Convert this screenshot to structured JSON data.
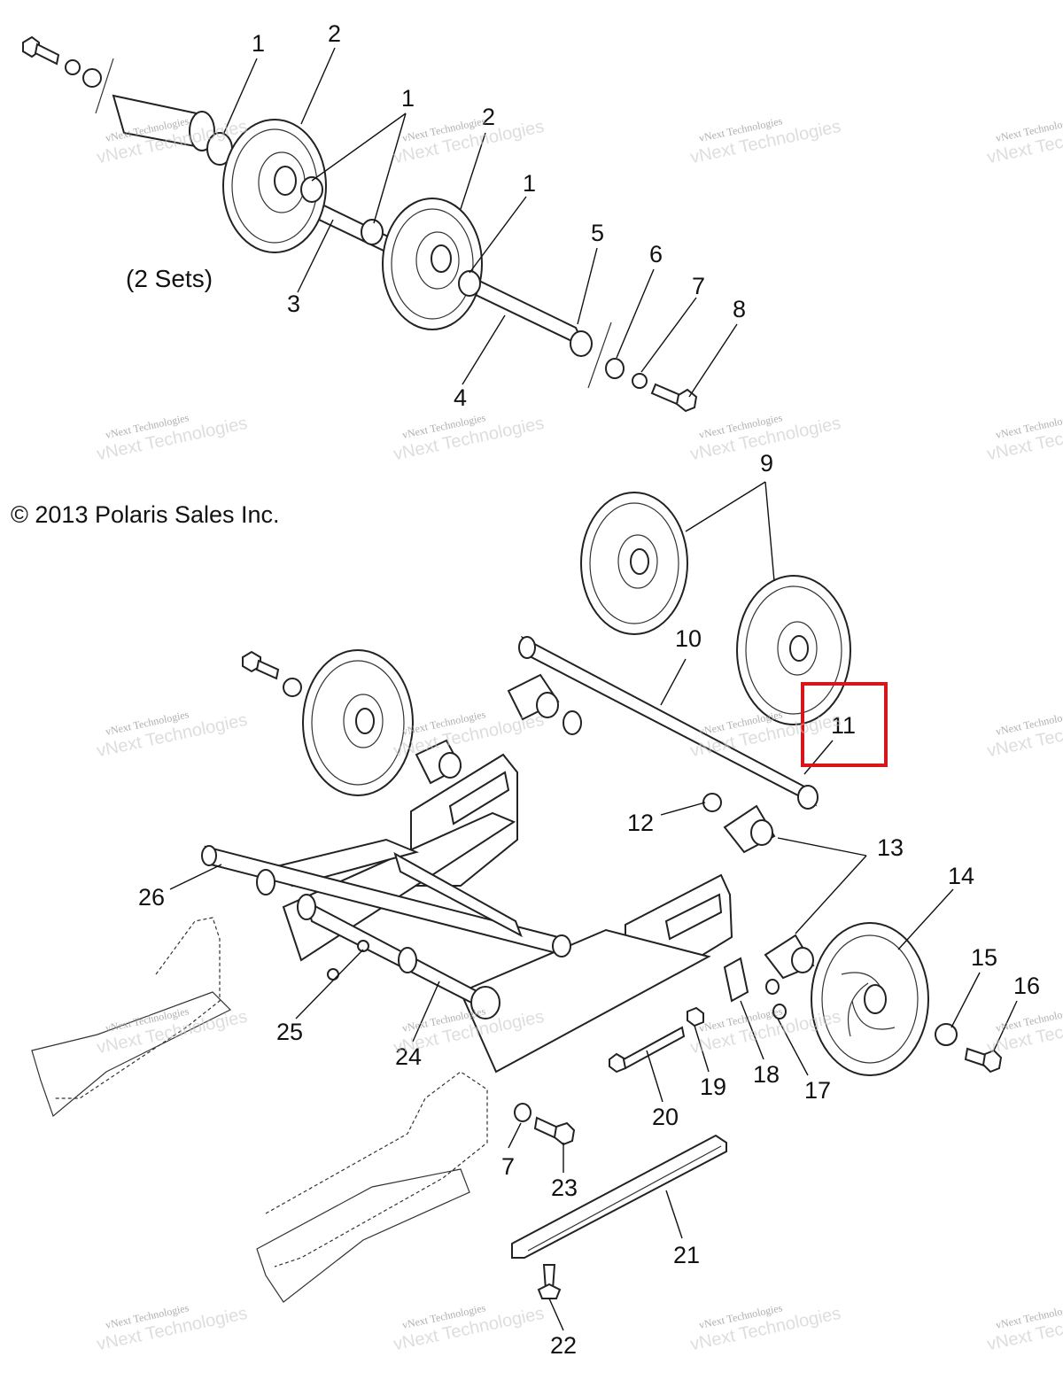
{
  "copyright": "© 2013 Polaris Sales Inc.",
  "note": "(2 Sets)",
  "watermark": {
    "line1": "vNext Technologies",
    "line2": "vNext Technologies"
  },
  "highlight_color": "#d9141a",
  "highlighted_callout": "11",
  "callouts": [
    "1",
    "2",
    "1",
    "2",
    "1",
    "3",
    "4",
    "5",
    "6",
    "7",
    "8",
    "9",
    "10",
    "11",
    "12",
    "13",
    "14",
    "15",
    "16",
    "17",
    "18",
    "19",
    "20",
    "21",
    "22",
    "23",
    "7",
    "24",
    "25",
    "26"
  ]
}
